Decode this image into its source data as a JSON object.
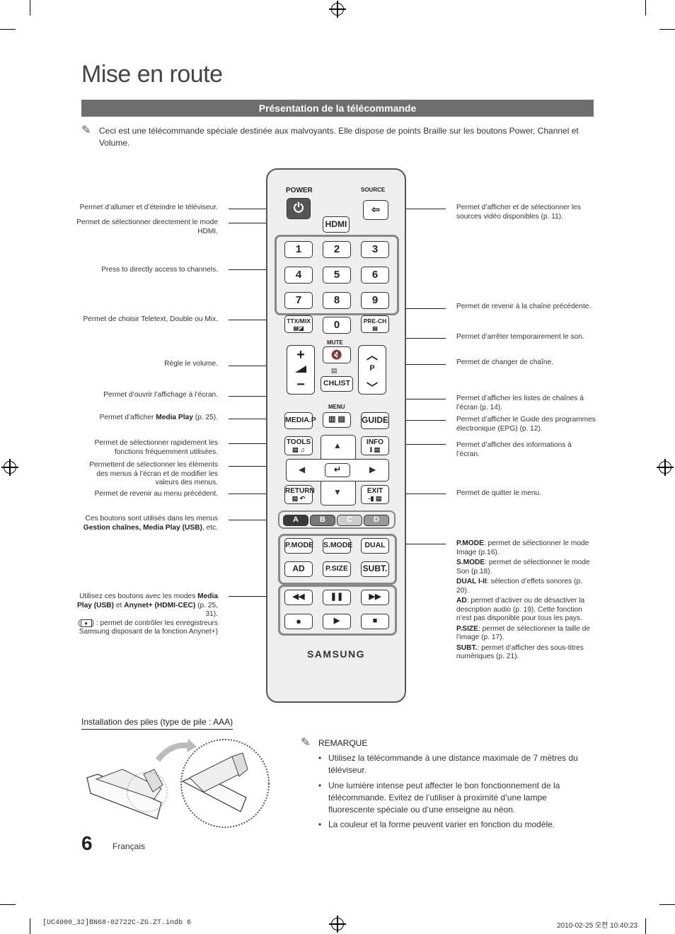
{
  "header": {
    "title": "Mise en route"
  },
  "section": {
    "title": "Présentation de la télécommande"
  },
  "intro_note": "Ceci est une télécommande spéciale destinée aux malvoyants. Elle dispose de points Braille sur les boutons Power, Channel et Volume.",
  "remote": {
    "power": "POWER",
    "source": "SOURCE",
    "hdmi": "HDMI",
    "digits": [
      "1",
      "2",
      "3",
      "4",
      "5",
      "6",
      "7",
      "8",
      "9",
      "0"
    ],
    "ttx": "TTX/MIX",
    "prech": "PRE-CH",
    "mute": "MUTE",
    "chlist": "CHLIST",
    "p": "P",
    "menu": "MENU",
    "mediap": "MEDIA.P",
    "guide": "GUIDE",
    "tools": "TOOLS",
    "info": "INFO",
    "return": "RETURN",
    "exit": "EXIT",
    "colors": [
      "A",
      "B",
      "C",
      "D"
    ],
    "pmode": "P.MODE",
    "smode": "S.MODE",
    "dual": "DUAL",
    "ad": "AD",
    "psize": "P.SIZE",
    "subt": "SUBT.",
    "brand": "SAMSUNG"
  },
  "left_labels": [
    "Permet d’allumer et d’éteindre le téléviseur.",
    "Permet de sélectionner directement le mode HDMI.",
    "Press to directly access to channels.",
    "Permet de choisir Teletext, Double ou Mix.",
    "Règle le volume.",
    "Permet d’ouvrir l’affichage à l’écran.",
    "Permet de sélectionner rapidement les fonctions fréquemment utilisées.",
    "Permettent de sélectionner les éléments des menus à l’écran et de modifier les valeurs des menus.",
    "Permet de revenir au menu précédent."
  ],
  "media_label": {
    "pre": "Permet d’afficher ",
    "bold": "Media Play",
    "post": " (p. 25)."
  },
  "color_label": {
    "pre": "Ces boutons sont utilisés dans les menus ",
    "bold": "Gestion chaînes, Media Play (USB)",
    "post": ", etc."
  },
  "anynet_label": {
    "pre": "Utilisez ces boutons avec les modes ",
    "bold1": "Media Play (USB)",
    "mid": " et ",
    "bold2": "Anynet+ (HDMI-CEC)",
    "post": " (p. 25, 31).",
    "rec": ": permet de contrôler les enregistreurs Samsung disposant de la fonction Anynet+)"
  },
  "right_labels": [
    "Permet d’afficher et de sélectionner les sources vidéo disponibles (p. 11).",
    "Permet de revenir à la chaîne précédente.",
    "Permet d’arrêter temporairement le son.",
    "Permet de changer de chaîne.",
    "Permet d’afficher les listes de chaînes à l’écran (p. 14).",
    "Permet d’afficher le Guide des programmes électronique (EPG) (p. 12).",
    "Permet d’afficher des informations à l’écran.",
    "Permet de quitter le menu."
  ],
  "modes": [
    {
      "key": "P.MODE",
      "text": ": permet de sélectionner le mode Image (p.16)."
    },
    {
      "key": "S.MODE",
      "text": ": permet de sélectionner le mode Son (p.18)."
    },
    {
      "key": "DUAL I-II",
      "text": ": sélection d’effets sonores (p. 20)."
    },
    {
      "key": "AD",
      "text": ": permet d’activer ou de désactiver la description audio (p. 19). Cette fonction n’est pas disponible pour tous les pays."
    },
    {
      "key": "P.SIZE",
      "text": ": permet de sélectionner la taille de l’image (p. 17)."
    },
    {
      "key": "SUBT.",
      "text": ": permet d’afficher des sous-titres numériques (p. 21)."
    }
  ],
  "battery": {
    "title": "Installation des piles (type de pile : AAA)"
  },
  "remarque": {
    "title": "REMARQUE",
    "items": [
      "Utilisez la télécommande à une distance maximale de 7 mètres du téléviseur.",
      "Une lumière intense peut affecter le bon fonctionnement de la télécommande. Evitez de l’utiliser à proximité d’une lampe fluorescente spéciale ou d’une enseigne au néon.",
      "La couleur et la forme peuvent varier en fonction du modèle."
    ]
  },
  "footer": {
    "page": "6",
    "lang": "Français",
    "file": "[UC4000_32]BN68-02722C-ZG.ZT.indb   6",
    "date": "2010-02-25   오전 10:40:23"
  }
}
